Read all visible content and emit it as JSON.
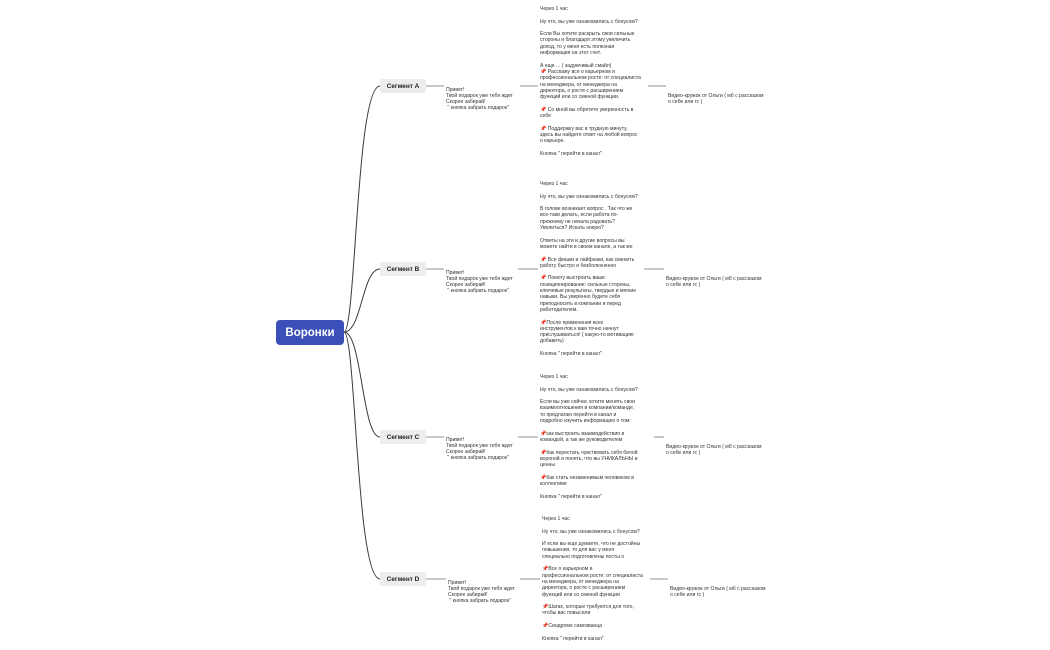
{
  "root": {
    "label": "Воронки"
  },
  "segments": [
    {
      "label": "Сегмент А",
      "greeting": [
        "Привет!",
        "Твой подарок уже тебя ждет",
        "Скорее забирай!",
        " \" кнопка забрать подарок\""
      ],
      "funnel": [
        "Через 1 час",
        "",
        "Ну что, вы уже ознакомились с бонусом?",
        "",
        "Если Вы хотите раскрыть свои сильные",
        "стороны и благодаря этому увеличить",
        "доход, то у меня есть полезная",
        "информация на этот счет.",
        "",
        "А еще ... ( задумчивый смайл)",
        "📌 Расскажу все о карьерном и",
        "профессиональном росте: от специалиста",
        "на менеджера, от менеджера на",
        "директора, о росте с расширением",
        "функций или со сменой функции.",
        "",
        "📌 Со мной вы обретете уверенность в",
        "себе",
        "",
        "📌 Поддержку вас в трудную минуту,",
        "здесь вы найдете ответ на любой вопрос",
        "о карьере.",
        "",
        "Кнопка \" перейти в канал\""
      ],
      "video": [
        "Видео-кружок от Ольги ( мб с рассказом",
        "о себе или гс )"
      ]
    },
    {
      "label": "Сегмент В",
      "greeting": [
        "Привет!",
        "Твой подарок уже тебя ждет",
        "Скорее забирай!",
        " \" кнопка забрать подарок\""
      ],
      "funnel": [
        "Через 1 час",
        "",
        "Ну что, вы уже ознакомились с бонусом?",
        "",
        "В голове возникает вопрос . Так что же",
        "все-таки делать, если работа по-",
        "прежнему не начала радовать?",
        "Уволиться? Искать новую?",
        "",
        "Ответы на эти и другие вопросы вы",
        "можете найти в своем канале, а так же",
        "",
        "📌 Все фишки и лайфхаки, как сменить",
        "работу быстро и безболезненно",
        "",
        "📌 Помогу выстроить ваше",
        "позиционирование: сильные стороны,",
        "ключевые результаты, твердые и мягкие",
        "навыки. Вы уверенно будете себя",
        "преподносить в компании и перед",
        "работодателем.",
        "",
        "📌После применения всех",
        "инструментов к вам точно начнут",
        "прислушиваться! ( какую-то мотивацию",
        "добавить)",
        "",
        "Кнопка \" перейти в канал\""
      ],
      "video": [
        "Видео-кружок от Ольги ( мб с рассказом",
        "о себе или гс )"
      ]
    },
    {
      "label": "Сегмент С",
      "greeting": [
        "Привет!",
        "Твой подарок уже тебя ждет",
        "Скорее забирай!",
        " \" кнопка забрать подарок\""
      ],
      "funnel": [
        "Через 1 час",
        "",
        "Ну что, вы уже ознакомились с бонусом?",
        "",
        "Если вы уже сейчас хотите менять свои",
        "взаимоотношения в компании/команде,",
        "то предлагаю перейти в канал и",
        "подробно изучить информацию о том:",
        "",
        "📌как выстроить взаимодействия в",
        "командой, а так же руководителем",
        "",
        "📌Как перестать чувствовать себя белой",
        "вороной и понять, что вы УНИКАЛЬНЫ и",
        "ценны",
        "",
        "📌Как стать незаменимым человеком в",
        "коллективе",
        "",
        "Кнопка \" перейти в канал\""
      ],
      "video": [
        "Видео-кружок от Ольги ( мб с рассказом",
        "о себе или гс )"
      ]
    },
    {
      "label": "Сегмент D",
      "greeting": [
        "Привет!",
        "Твой подарок уже тебя ждет",
        "Скорее забирай!",
        " \" кнопка забрать подарок\""
      ],
      "funnel": [
        "Через 1 час",
        "",
        "Ну что, вы уже ознакомились с бонусом?",
        "",
        "И если вы еще думаете, что не достойны",
        "повышения, то для вас у меня",
        "специально подготовлены посты о",
        "",
        "📌Все о карьерном и",
        "профессиональном росте: от специалиста",
        "на менеджера, от менеджера на",
        "директора, о росте с расширением",
        "функций или со сменой функции",
        "",
        "📌Шагах, которые требуются для того,",
        "чтобы вас повысили",
        "",
        "📌Синдроме самозванца",
        "",
        "Кнопка \" перейти в канал\""
      ],
      "video": [
        "Видео-кружок от Ольги ( мб с рассказом",
        "о себе или гс )"
      ]
    }
  ]
}
